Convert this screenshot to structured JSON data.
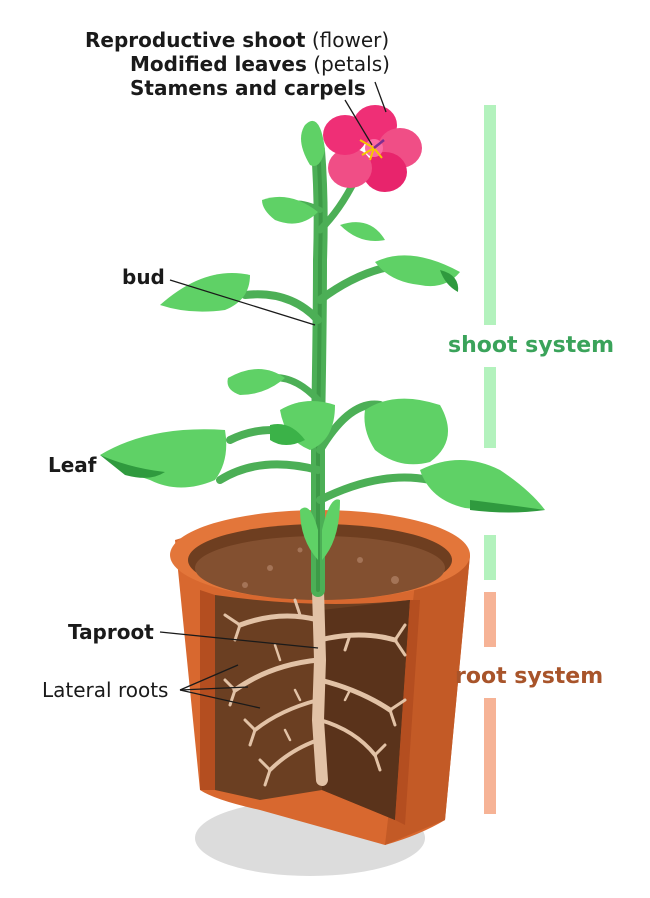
{
  "labels": {
    "reproductive_bold": "Reproductive shoot",
    "reproductive_paren": "(flower)",
    "modified_bold": "Modified leaves",
    "modified_paren": "(petals)",
    "stamens": "Stamens and carpels",
    "bud": "bud",
    "leaf": "Leaf",
    "taproot": "Taproot",
    "lateral_roots": "Lateral roots"
  },
  "systems": {
    "shoot": "shoot system",
    "root": "root system"
  },
  "colors": {
    "shoot_text": "#3aa35a",
    "shoot_bar": "#b3f2bd",
    "root_text": "#a8542a",
    "root_bar": "#f6b396",
    "leaf": "#5fd166",
    "leaf_dark": "#2f9a3e",
    "stem": "#4caf56",
    "petal": "#ef2f76",
    "pot": "#d8682f",
    "soil": "#6b3f22",
    "root": "#e2c2a6"
  }
}
